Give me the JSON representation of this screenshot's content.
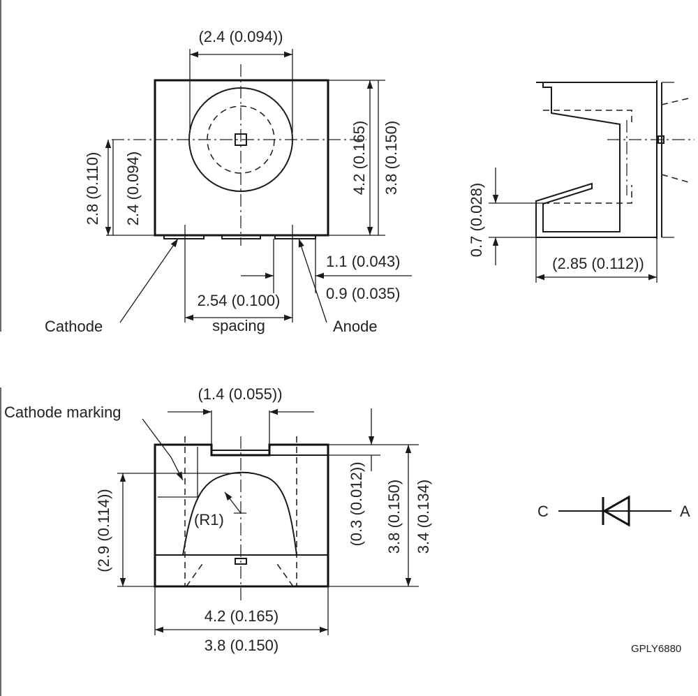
{
  "top_view": {
    "dim_lens_width": "(2.4 (0.094))",
    "dim_height_outer": "4.2 (0.165)",
    "dim_height_inner": "3.8 (0.150)",
    "dim_center_outer": "2.8 (0.110)",
    "dim_center_inner": "2.4 (0.094)",
    "dim_pad_gap": "1.1 (0.043)",
    "dim_pad_width": "0.9 (0.035)",
    "dim_spacing_value": "2.54 (0.100)",
    "dim_spacing_label": "spacing",
    "label_cathode": "Cathode",
    "label_anode": "Anode"
  },
  "side_view": {
    "dim_offset": "0.7 (0.028)",
    "dim_depth": "(2.85 (0.112))"
  },
  "front_view": {
    "dim_window": "(1.4 (0.055))",
    "label_cathode_marking": "Cathode marking",
    "dim_radius": "(R1)",
    "dim_lens_height": "(2.9 (0.114))",
    "dim_step": "(0.3 (0.012))",
    "dim_height_outer": "3.8 (0.150)",
    "dim_height_inner": "3.4 (0.134)",
    "dim_width_outer": "4.2 (0.165)",
    "dim_width_inner": "3.8 (0.150)"
  },
  "symbol": {
    "label_cathode": "C",
    "label_anode": "A"
  },
  "drawing_id": "GPLY6880"
}
